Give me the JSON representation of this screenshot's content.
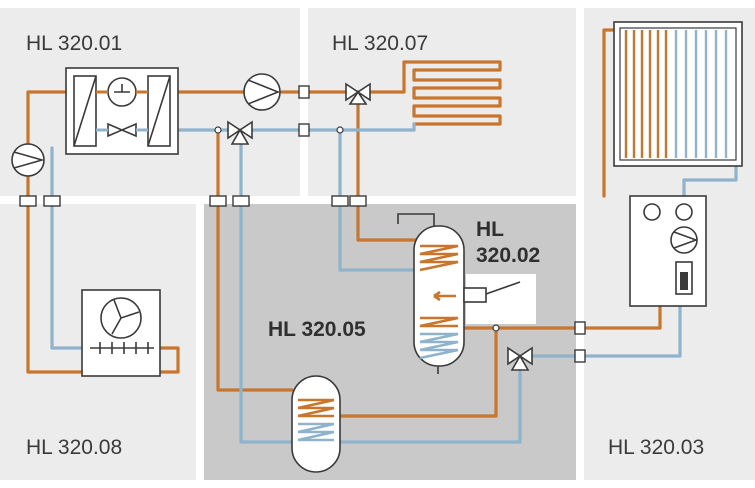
{
  "zones": {
    "hl_320_01": "HL 320.01",
    "hl_320_07": "HL 320.07",
    "hl_320_03": "HL 320.03",
    "hl_320_08": "HL 320.08",
    "hl_320_05": "HL 320.05",
    "hl_320_02_line1": "HL",
    "hl_320_02_line2": "320.02"
  },
  "colors": {
    "hot_pipe": "#c8762e",
    "cold_pipe": "#8eb3cb",
    "zone_light": "#ececec",
    "zone_dark": "#c9c9c9"
  },
  "icons": [
    "heat-pump-unit",
    "circulation-pump",
    "three-way-valve",
    "floor-heating-coil",
    "solar-collector",
    "solar-station",
    "storage-tank",
    "buffer-tank",
    "air-heat-exchanger-fan",
    "heating-rod",
    "pipe-coupling"
  ]
}
